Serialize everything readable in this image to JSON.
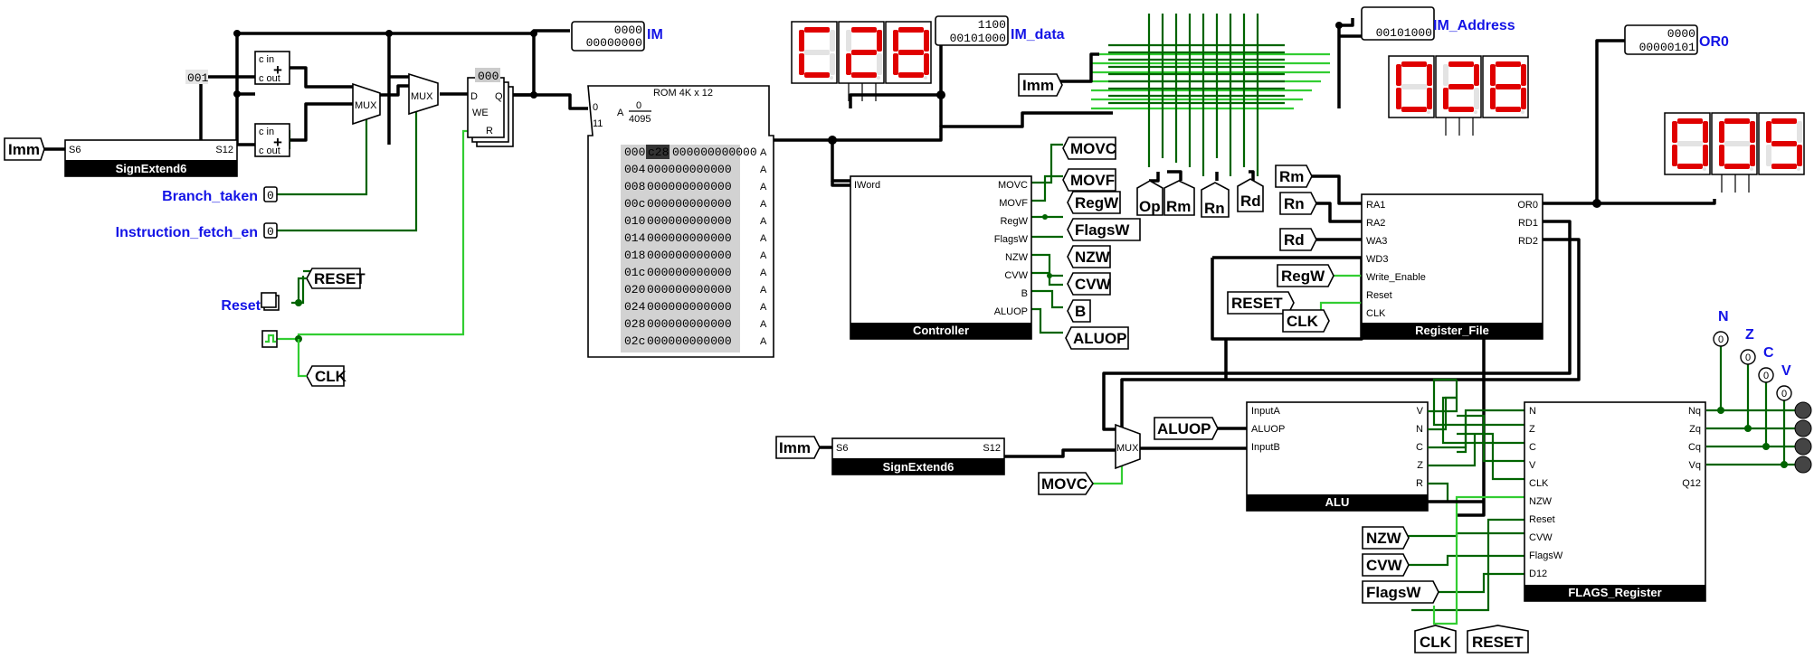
{
  "probes": {
    "im": {
      "name": "IM",
      "top": "0000",
      "bottom": "00000000"
    },
    "im_data": {
      "name": "IM_data",
      "top": "1100",
      "bottom": "00101000"
    },
    "im_address": {
      "name": "IM_Address",
      "top": "",
      "bottom": "00101000"
    },
    "or0": {
      "name": "OR0",
      "top": "0000",
      "bottom": "00000101"
    }
  },
  "displays": {
    "instruction": [
      "C",
      "2",
      "8"
    ],
    "address": [
      "0",
      "2",
      "8"
    ],
    "or0": [
      "0",
      "0",
      "5"
    ]
  },
  "inputs": {
    "imm_left": "Imm",
    "const": "001",
    "branch_taken": "Branch_taken",
    "instruction_fetch_en": "Instruction_fetch_en",
    "reset": "Reset",
    "bit0": "0",
    "bit1": "0"
  },
  "tunnels": {
    "reset": "RESET",
    "clk": "CLK",
    "imm_mid": "Imm",
    "imm_bottom": "Imm",
    "movc": "MOVC",
    "movf": "MOVF",
    "regw": "RegW",
    "flagsw": "FlagsW",
    "nzw": "NZW",
    "cvw": "CVW",
    "b": "B",
    "aluop": "ALUOP",
    "op": "Op",
    "rm": "Rm",
    "rn": "Rn",
    "rd": "Rd",
    "rf_rm": "Rm",
    "rf_rn": "Rn",
    "rf_rd": "Rd",
    "rf_regw": "RegW",
    "rf_reset": "RESET",
    "rf_clk": "CLK",
    "alu_aluop": "ALUOP",
    "mux_movc": "MOVC",
    "fl_nzw": "NZW",
    "fl_cvw": "CVW",
    "fl_flagsw": "FlagsW",
    "fl_clk": "CLK",
    "fl_reset": "RESET"
  },
  "blocks": {
    "signext_top": {
      "title": "SignExtend6",
      "in": "S6",
      "out": "S12"
    },
    "signext_bottom": {
      "title": "SignExtend6",
      "in": "S6",
      "out": "S12"
    },
    "controller": {
      "title": "Controller",
      "in": "IWord",
      "outs": [
        "MOVC",
        "MOVF",
        "RegW",
        "FlagsW",
        "NZW",
        "CVW",
        "B",
        "ALUOP"
      ]
    },
    "regfile": {
      "title": "Register_File",
      "ins": [
        "RA1",
        "RA2",
        "WA3",
        "WD3",
        "Write_Enable",
        "Reset",
        "CLK"
      ],
      "outs": [
        "OR0",
        "RD1",
        "RD2"
      ]
    },
    "alu": {
      "title": "ALU",
      "ins": [
        "InputA",
        "ALUOP",
        "InputB"
      ],
      "outs": [
        "V",
        "N",
        "C",
        "Z",
        "R"
      ]
    },
    "flags": {
      "title": "FLAGS_Register",
      "ins": [
        "N",
        "Z",
        "C",
        "V",
        "CLK",
        "NZW",
        "Reset",
        "CVW",
        "FlagsW",
        "D12"
      ],
      "outs": [
        "Nq",
        "Zq",
        "Cq",
        "Vq",
        "Q12"
      ]
    }
  },
  "rom": {
    "title": "ROM 4K x 12",
    "addr_top": "0",
    "addr_bottom": "4095",
    "sel_a": "0",
    "sel_b": "11",
    "a": "A",
    "rows": [
      {
        "addr": "000",
        "cells": "c28 000000000000"
      },
      {
        "addr": "004",
        "cells": "000000000000"
      },
      {
        "addr": "008",
        "cells": "000000000000"
      },
      {
        "addr": "00c",
        "cells": "000000000000"
      },
      {
        "addr": "010",
        "cells": "000000000000"
      },
      {
        "addr": "014",
        "cells": "000000000000"
      },
      {
        "addr": "018",
        "cells": "000000000000"
      },
      {
        "addr": "01c",
        "cells": "000000000000"
      },
      {
        "addr": "020",
        "cells": "000000000000"
      },
      {
        "addr": "024",
        "cells": "000000000000"
      },
      {
        "addr": "028",
        "cells": "000000000000"
      },
      {
        "addr": "02c",
        "cells": "000000000000"
      }
    ]
  },
  "register": {
    "value": "000",
    "d": "D",
    "q": "Q",
    "we": "WE",
    "r": "R"
  },
  "adders": {
    "cin": "c in",
    "cout": "c out"
  },
  "mux": "MUX",
  "flag_outputs": [
    {
      "name": "N",
      "value": "0"
    },
    {
      "name": "Z",
      "value": "0"
    },
    {
      "name": "C",
      "value": "0"
    },
    {
      "name": "V",
      "value": "0"
    }
  ],
  "colors": {
    "wire_dark": "#006400",
    "wire_light": "#32cd32",
    "wire_bus": "#000000",
    "label_blue": "#1414e6",
    "seg_on": "#e00000",
    "seg_off": "#e3e3e3"
  }
}
